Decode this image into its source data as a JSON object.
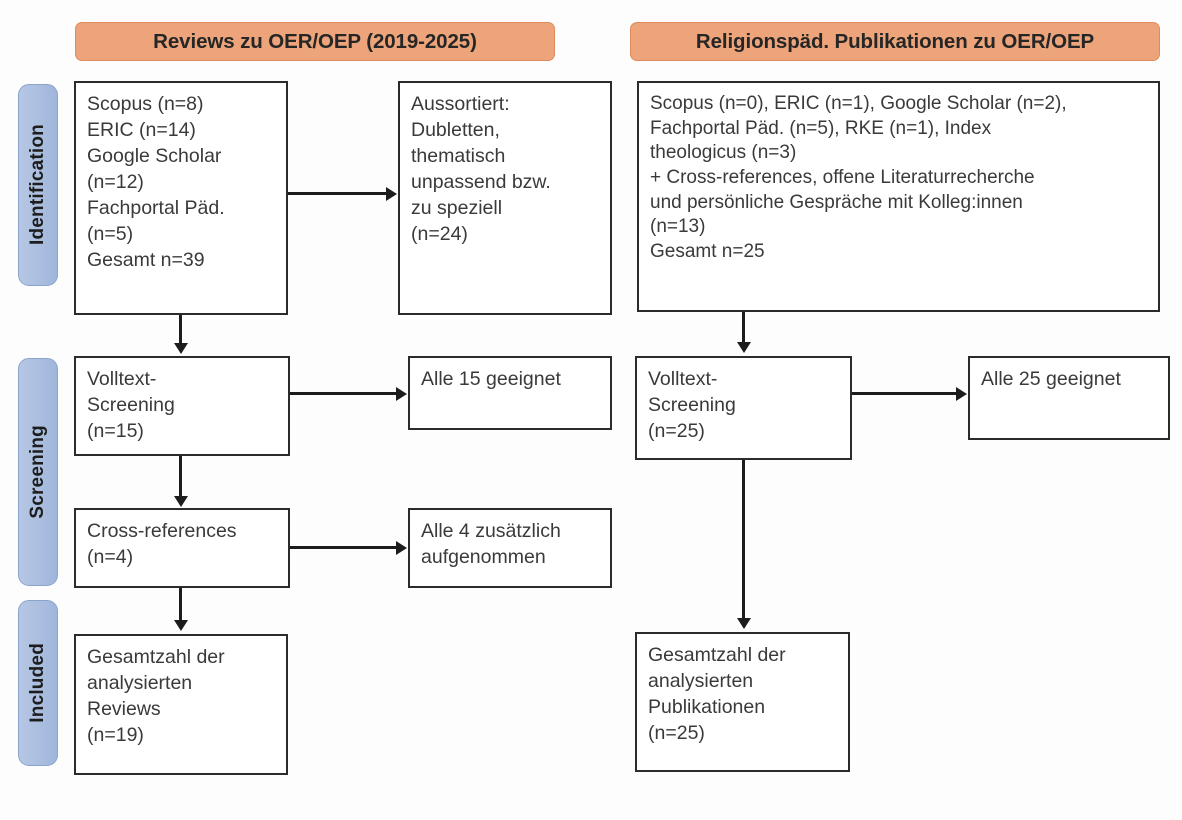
{
  "diagram": {
    "title": "PRISMA Flussdiagramm",
    "colors": {
      "header_band": "#eda47a",
      "stage_pill": "#adc0e0",
      "box_border": "#2b2b2b",
      "connector": "#1c1c1c",
      "text": "#3a3a3a",
      "background": "#ffffff"
    }
  },
  "columns": [
    {
      "id": "reviews",
      "header": "Reviews zu OER/OEP (2019-2025)"
    },
    {
      "id": "religionspaed",
      "header": "Religionspäd. Publikationen zu OER/OEP"
    }
  ],
  "stages": [
    {
      "id": "identification",
      "label": "Identification"
    },
    {
      "id": "screening",
      "label": "Screening"
    },
    {
      "id": "included",
      "label": "Included"
    }
  ],
  "boxes": {
    "left_identification": "Scopus (n=8)\nERIC (n=14)\nGoogle Scholar\n(n=12)\nFachportal Päd.\n(n=5)\nGesamt n=39",
    "left_excluded": "Aussortiert:\nDubletten,\nthematisch\nunpassend bzw.\nzu speziell\n(n=24)",
    "left_screening": "Volltext-\nScreening\n(n=15)",
    "left_screening_result": "Alle 15 geeignet",
    "left_crossrefs": "Cross-references\n(n=4)",
    "left_crossrefs_result": "Alle 4 zusätzlich\naufgenommen",
    "left_included": "Gesamtzahl der\nanalysierten\nReviews\n(n=19)",
    "right_identification": "Scopus (n=0), ERIC (n=1), Google Scholar (n=2),\nFachportal Päd. (n=5), RKE (n=1), Index\ntheologicus (n=3)\n+ Cross-references, offene Literaturrecherche\nund persönliche Gespräche mit Kolleg:innen\n(n=13)\nGesamt n=25",
    "right_screening": "Volltext-\nScreening\n(n=25)",
    "right_screening_result": "Alle 25 geeignet",
    "right_included": "Gesamtzahl der\nanalysierten\nPublikationen\n(n=25)"
  },
  "counts": {
    "left_scopus": 8,
    "left_eric": 14,
    "left_google_scholar": 12,
    "left_fachportal": 5,
    "left_total": 39,
    "left_excluded": 24,
    "left_fulltext_screening": 15,
    "left_crossrefs": 4,
    "left_included": 19,
    "right_scopus": 0,
    "right_eric": 1,
    "right_google_scholar": 2,
    "right_fachportal": 5,
    "right_rke": 1,
    "right_index_theologicus": 3,
    "right_other_sources": 13,
    "right_total": 25,
    "right_fulltext_screening": 25,
    "right_included": 25
  }
}
